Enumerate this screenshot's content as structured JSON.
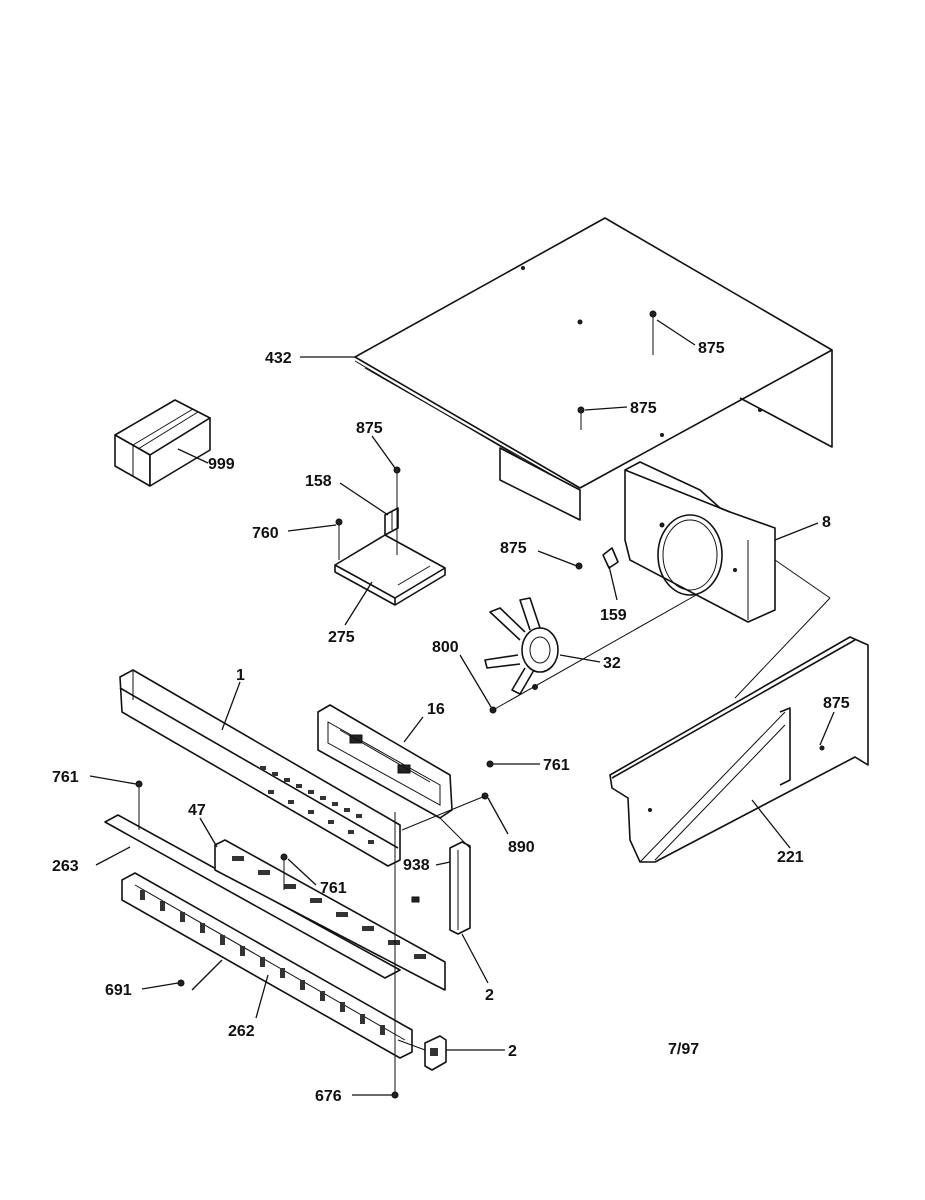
{
  "diagram": {
    "date_code": "7/97",
    "labels": {
      "top_panel": "432",
      "screw_top_right": "875",
      "screw_top_mid": "875",
      "carton": "999",
      "screw_bracket": "875",
      "bracket_158": "158",
      "screw_760": "760",
      "bracket_275": "275",
      "screw_fan_plate": "875",
      "bracket_159": "159",
      "fan_plate": "8",
      "screw_800": "800",
      "fan_motor": "32",
      "control_panel": "1",
      "control_housing": "16",
      "screw_761_right": "761",
      "screw_761_left": "761",
      "screw_890": "890",
      "part_47": "47",
      "screw_761_center": "761",
      "part_263": "263",
      "spacer_938": "938",
      "end_cap_upper": "2",
      "screw_691": "691",
      "vent_grille": "262",
      "end_cap_lower": "2",
      "screw_676": "676",
      "side_panel": "221",
      "screw_side": "875"
    }
  }
}
